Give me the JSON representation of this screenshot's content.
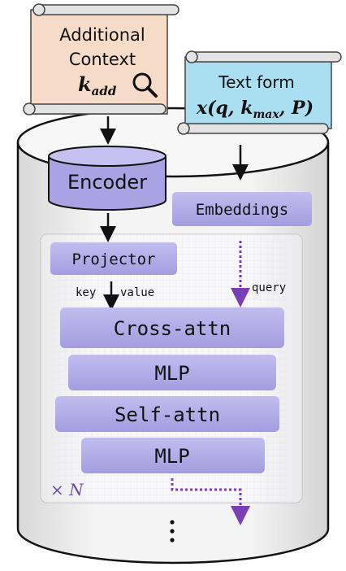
{
  "scroll_context": {
    "line1": "Additional",
    "line2": "Context",
    "formula_main": "k",
    "formula_sub": "add",
    "icon": "magnifier-icon"
  },
  "scroll_text": {
    "line1": "Text form",
    "formula": "x(q, k",
    "formula_sub": "max",
    "formula_tail": ", P)"
  },
  "blocks": {
    "encoder": "Encoder",
    "embeddings": "Embeddings",
    "projector": "Projector",
    "key": "key",
    "value": "value",
    "query": "query",
    "cross_attn": "Cross-attn",
    "mlp1": "MLP",
    "self_attn": "Self-attn",
    "mlp2": "MLP",
    "repeat": "× N",
    "more": "⋮"
  },
  "colors": {
    "context_scroll": "#f5dcc8",
    "text_scroll": "#a9dff0",
    "block": "#b3aee6",
    "encoder": "#b3aee6",
    "arrow_dotted": "#7a3fb5",
    "cylinder_fill": "#eeeeee"
  }
}
